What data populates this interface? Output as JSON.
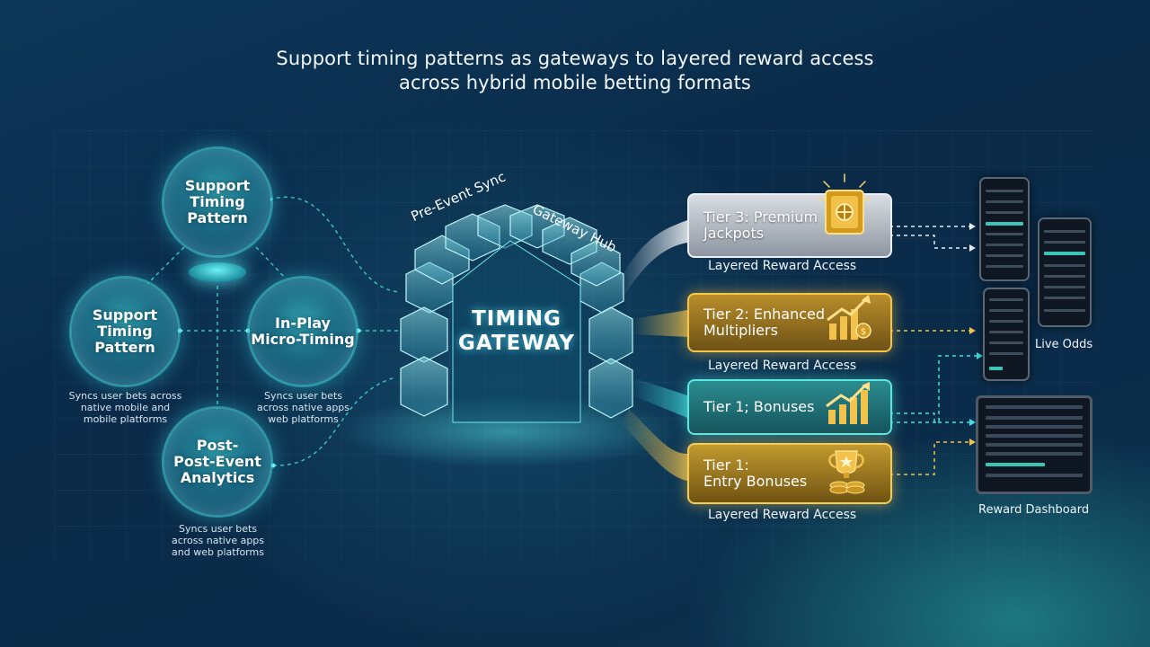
{
  "title": {
    "line1": "Support timing patterns as gateways to layered reward access",
    "line2": "across hybrid mobile betting formats"
  },
  "nodes": {
    "top": "Support\nTiming\nPattern",
    "left": "Support\nTiming\nPattern",
    "middle": "In-Play\nMicro-Timing",
    "bottom": "Post-\nPost-Event\nAnalytics"
  },
  "descriptions": {
    "left": "Syncs user bets across\nnative mobile and\nmobile platforms",
    "middle": "Syncs user bets\nacross native apps\nweb platforms",
    "bottom": "Syncs user bets\nacross native apps\nand web platforms"
  },
  "gateway": {
    "title": "TIMING\nGATEWAY",
    "arch_left": "Pre-Event Sync",
    "arch_right": "Gateway Hub"
  },
  "tiers": [
    {
      "label": "Tier 3: Premium\nJackpots",
      "caption": "Layered Reward Access",
      "icon": "vault-icon"
    },
    {
      "label": "Tier 2: Enhanced\nMultipliers",
      "caption": "Layered Reward Access",
      "icon": "chart-coin-icon"
    },
    {
      "label": "Tier 1; Bonuses",
      "caption": "",
      "icon": "growth-chart-icon"
    },
    {
      "label": "Tier 1:\nEntry Bonuses",
      "caption": "Layered Reward Access",
      "icon": "trophy-coins-icon"
    }
  ],
  "devices": {
    "odds_label": "Live Odds",
    "dashboard_label": "Reward Dashboard"
  },
  "colors": {
    "teal": "#3fe0e0",
    "gold": "#f2c24a",
    "silver": "#dfe3e8"
  }
}
